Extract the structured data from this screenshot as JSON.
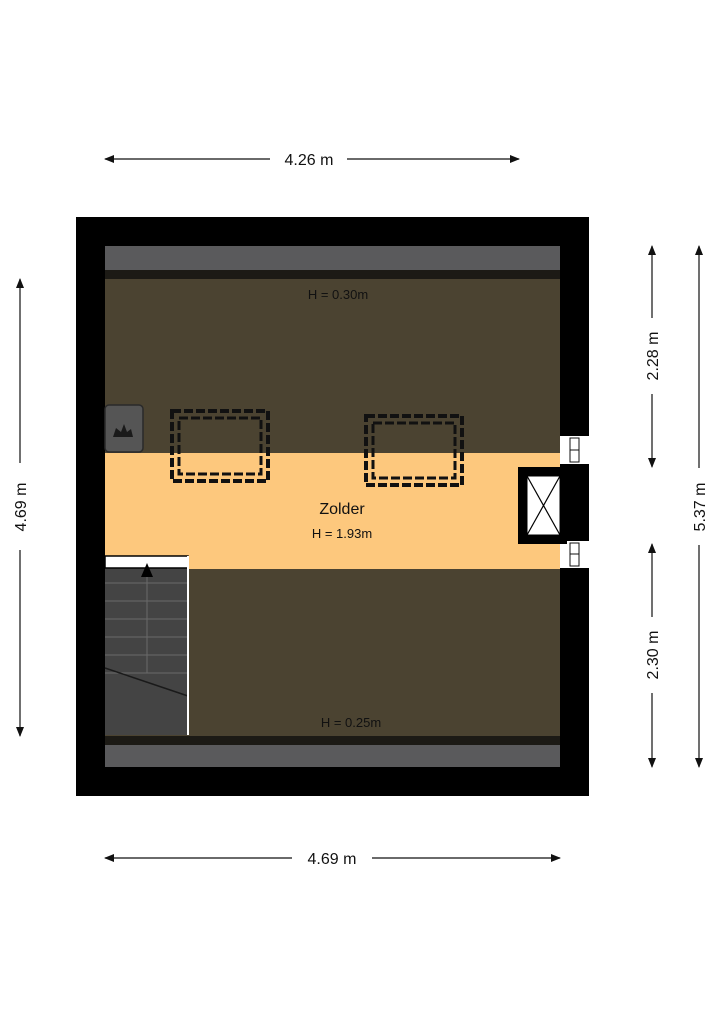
{
  "dimensions": {
    "top_width": "4.26 m",
    "bottom_width": "4.69 m",
    "left_height": "4.69 m",
    "right_upper": "2.28 m",
    "right_lower": "2.30 m",
    "right_total": "5.37 m"
  },
  "room": {
    "name": "Zolder",
    "height": "H = 1.93m"
  },
  "height_labels": {
    "top": "H = 0.30m",
    "bottom": "H = 0.25m"
  },
  "colors": {
    "wall": "#000000",
    "floor_low": "#4b4331",
    "floor_full": "#fdc87d",
    "eave": "#5a5a5c",
    "stairs": "#444444"
  },
  "icons": {
    "fireplace": "fireplace-icon",
    "stairs_arrow": "arrow-up-icon",
    "dormer": "window-icon"
  }
}
